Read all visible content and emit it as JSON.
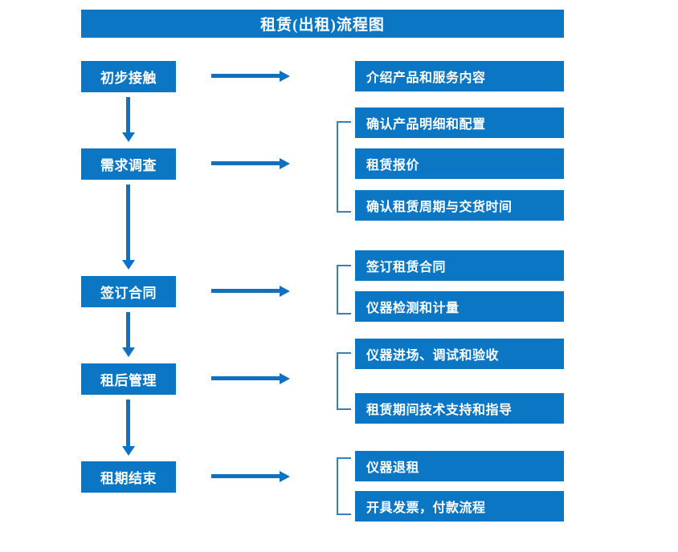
{
  "diagram": {
    "title": "租赁(出租)流程图",
    "accent_color": "#0B76C4",
    "arrow_color": "#1271BE",
    "bracket_color": "#3C7EB9",
    "stages": [
      {
        "label": "初步接触"
      },
      {
        "label": "需求调查"
      },
      {
        "label": "签订合同"
      },
      {
        "label": "租后管理"
      },
      {
        "label": "租期结束"
      }
    ],
    "details": [
      {
        "label": "介绍产品和服务内容"
      },
      {
        "label": "确认产品明细和配置"
      },
      {
        "label": "租赁报价"
      },
      {
        "label": "确认租赁周期与交货时间"
      },
      {
        "label": "签订租赁合同"
      },
      {
        "label": "仪器检测和计量"
      },
      {
        "label": "仪器进场、调试和验收"
      },
      {
        "label": "租赁期间技术支持和指导"
      },
      {
        "label": "仪器退租"
      },
      {
        "label": "开具发票，付款流程"
      }
    ]
  }
}
